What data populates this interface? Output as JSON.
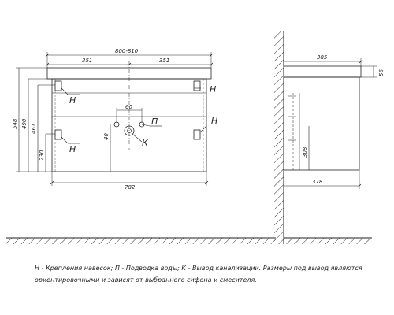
{
  "front_view": {
    "dims": {
      "overall_width": "800-810",
      "left_half": "351",
      "right_half": "351",
      "bottom_width": "782",
      "hole_spacing": "60",
      "hole_height": "40",
      "height_548": "548",
      "height_490": "490",
      "height_461": "461",
      "height_230": "230"
    },
    "labels": {
      "mount_tl": "Н",
      "mount_tr": "Н",
      "mount_bl": "Н",
      "mount_br": "Н",
      "water": "П",
      "drain": "К"
    }
  },
  "side_view": {
    "dims": {
      "top_depth": "385",
      "top_height": "56",
      "cabinet_height": "308",
      "bottom_depth": "378"
    }
  },
  "legend": {
    "line1": "Н - Крепления навесок; П - Подводка воды; К - Вывод канализации. Размеры под вывод являются",
    "line2": "ориентировочными и зависят от выбранного сифона и смесителя."
  }
}
